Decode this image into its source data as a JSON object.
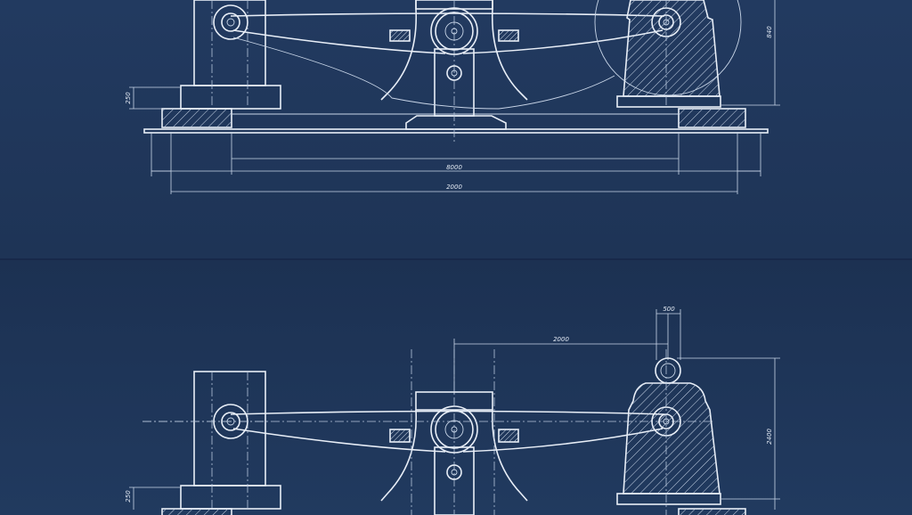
{
  "drawing": {
    "theme_colors": {
      "background": "#1f3455",
      "line": "#e8eef7",
      "hatch": "#c9d6e8"
    },
    "top_view": {
      "dim_total_width": "2000",
      "dim_inner_width": "8000",
      "dim_left_height": "250",
      "dim_right_height": "840"
    },
    "bottom_view": {
      "dim_top_span": "2000",
      "dim_top_small": "500",
      "dim_right_height": "2400",
      "dim_left_height": "250"
    }
  }
}
